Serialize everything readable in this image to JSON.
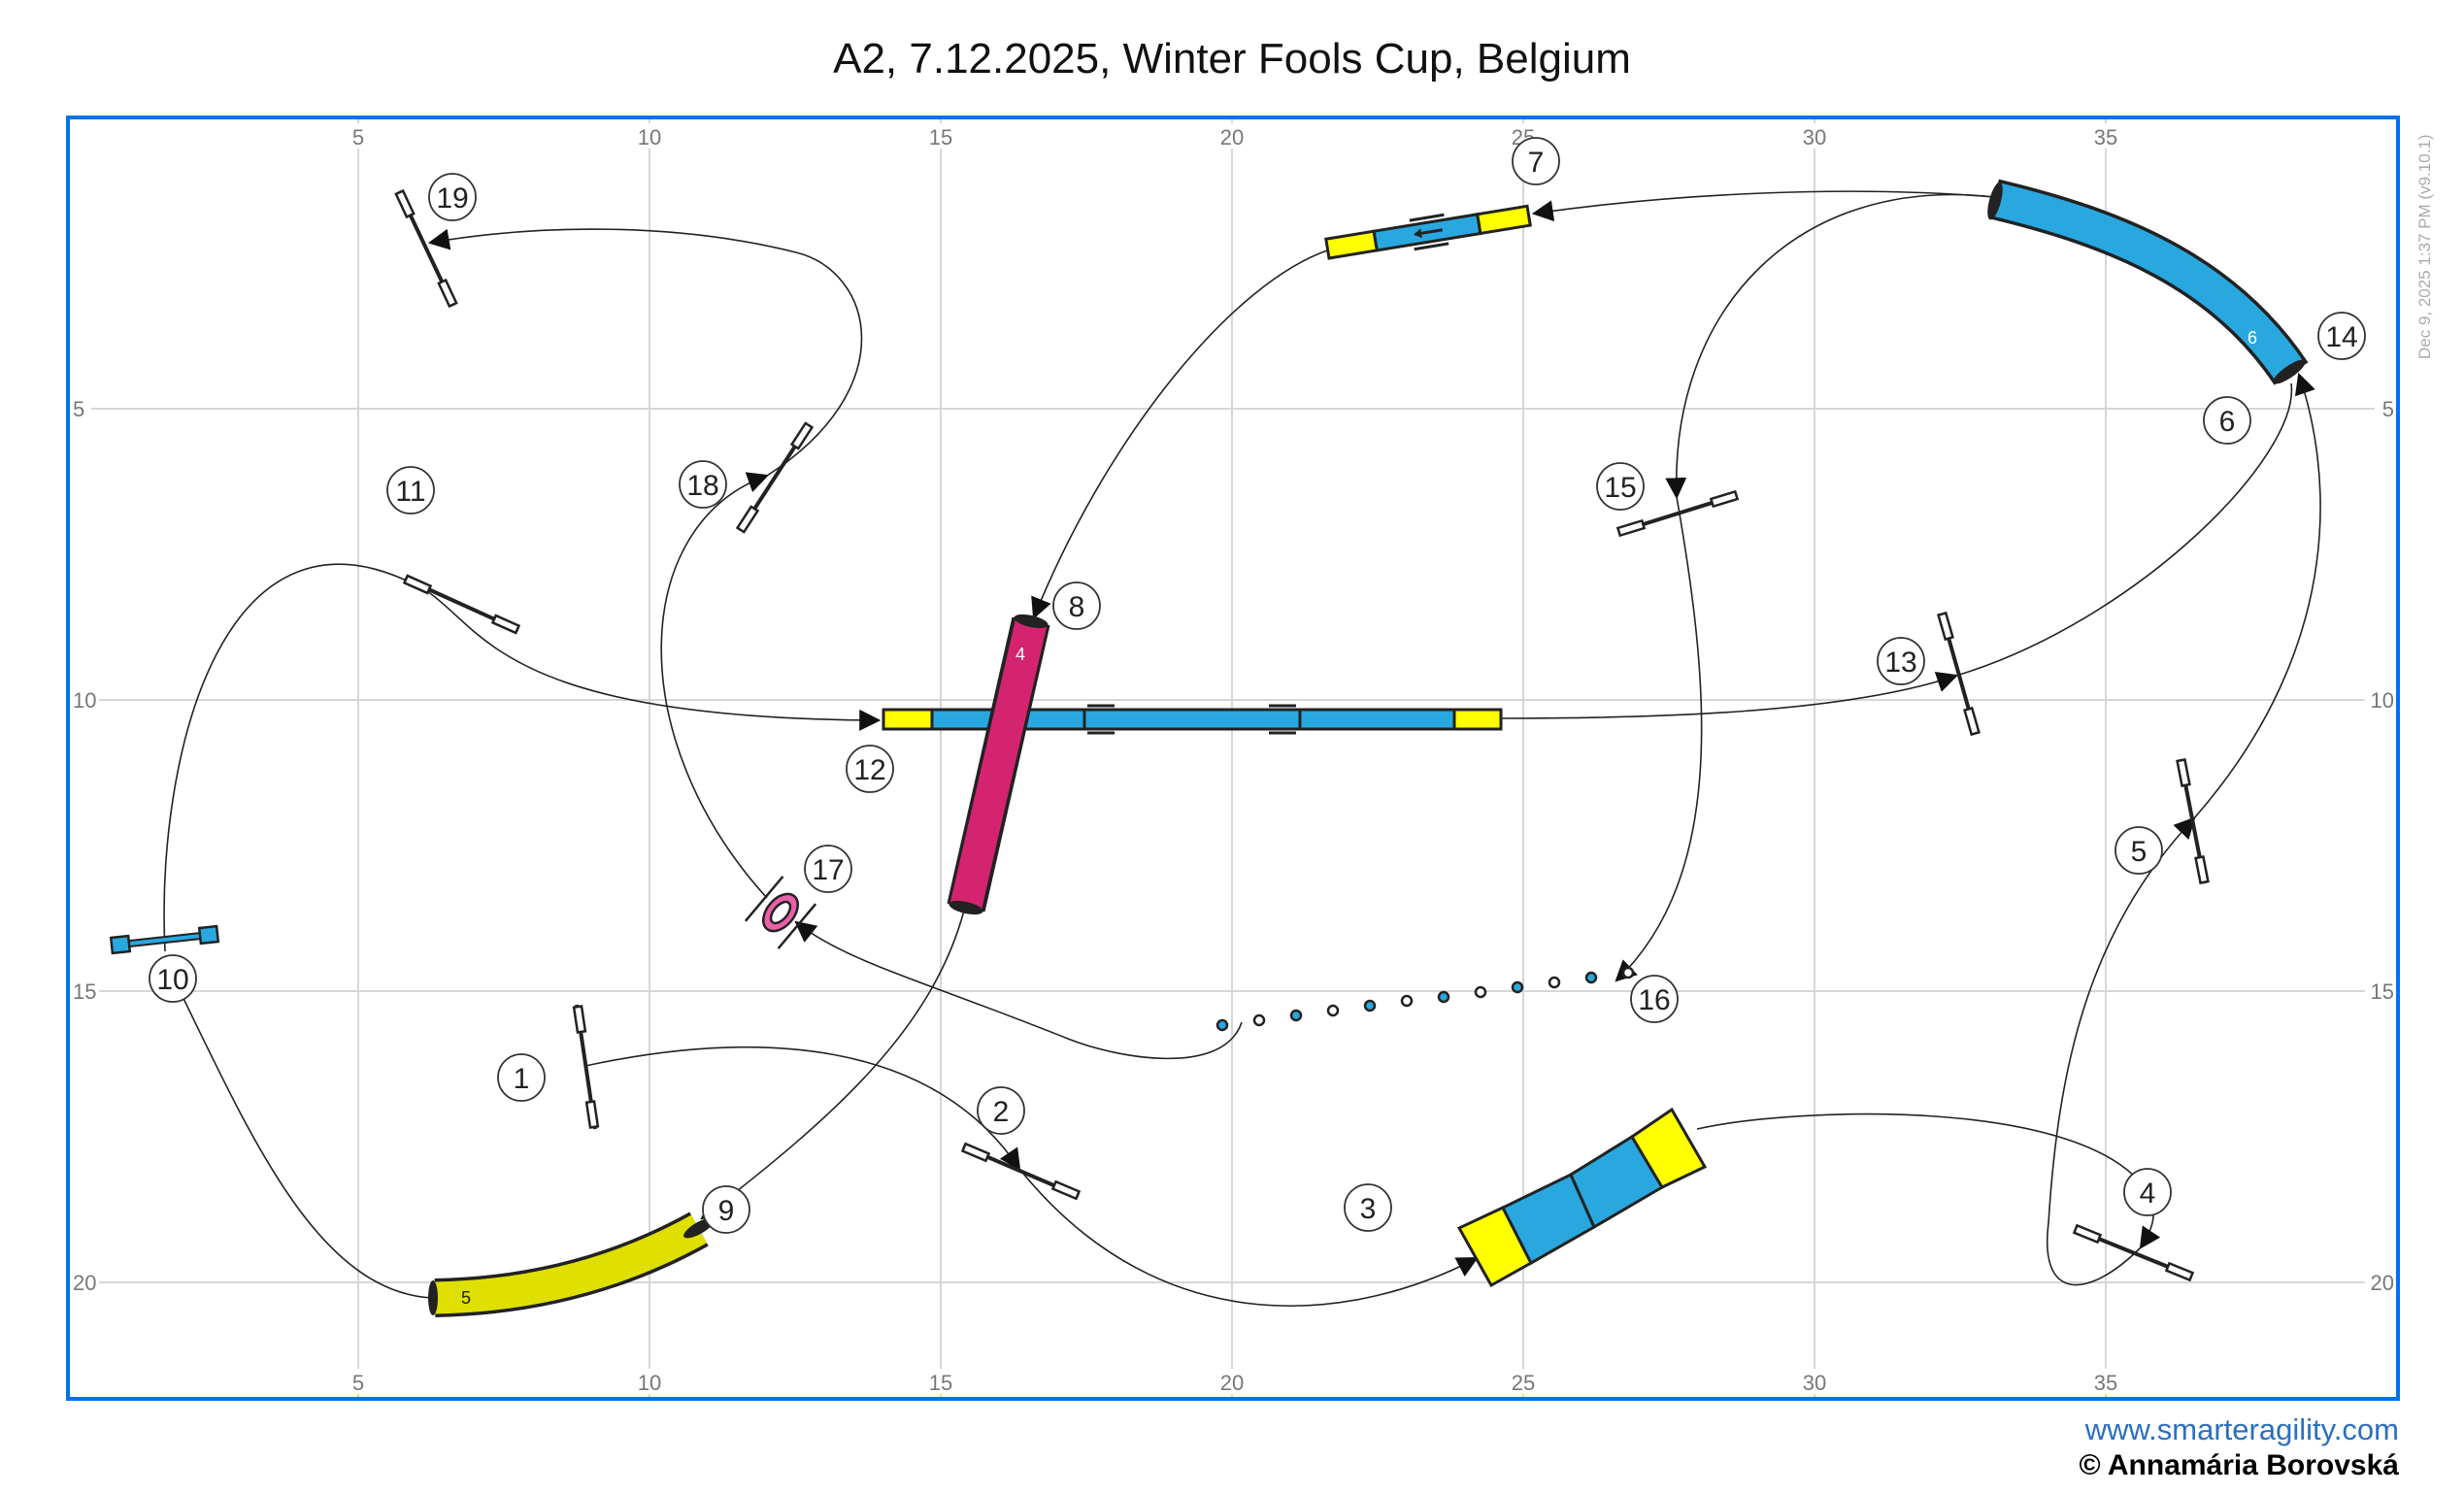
{
  "header": {
    "title": "A2, 7.12.2025, Winter Fools Cup, Belgium"
  },
  "timestamp": "Dec 9, 2025 1:37 PM (v9.10.1)",
  "footer": {
    "website": "www.smarteragility.com",
    "copyright": "© Annamária Borovská"
  },
  "colors": {
    "border": "#0073e6",
    "grid": "#d6d6d6",
    "yellow": "#ffff00",
    "blue": "#29a8e0",
    "pink_tunnel": "#d4246f",
    "yellow_tunnel": "#dfdf00",
    "tire": "#e860a8"
  },
  "field": {
    "width_m": 40,
    "height_m": 22
  },
  "axes": {
    "x_ticks": [
      "5",
      "10",
      "15",
      "20",
      "25",
      "30",
      "35"
    ],
    "y_ticks": [
      "5",
      "10",
      "15",
      "20"
    ]
  },
  "obstacles": {
    "tunnel_blue": {
      "number": "6"
    },
    "tunnel_pink": {
      "number": "4"
    },
    "tunnel_yellow": {
      "number": "5"
    }
  },
  "course_numbers": [
    "1",
    "2",
    "3",
    "4",
    "5",
    "6",
    "7",
    "8",
    "9",
    "10",
    "11",
    "12",
    "13",
    "14",
    "15",
    "16",
    "17",
    "18",
    "19"
  ]
}
